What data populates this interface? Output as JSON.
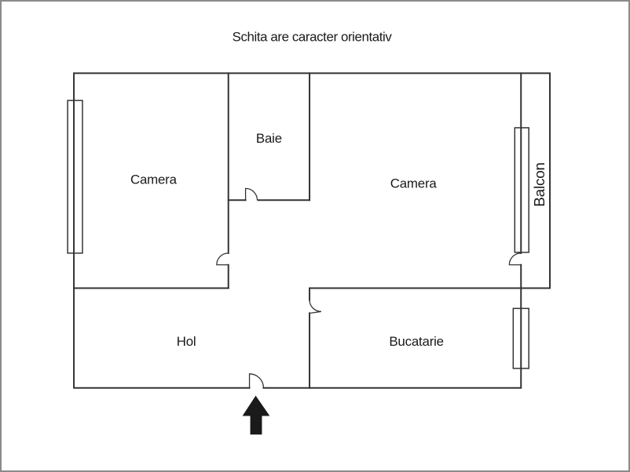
{
  "title": "Schita are caracter orientativ",
  "rooms": {
    "camera_left": "Camera",
    "baie": "Baie",
    "camera_right": "Camera",
    "balcon": "Balcon",
    "hol": "Hol",
    "bucatarie": "Bucatarie"
  },
  "colors": {
    "wall": "#333333",
    "text": "#1a1a1a",
    "arrow": "#1a1a1a",
    "frame_border": "#8a8a8a",
    "background": "#ffffff"
  }
}
